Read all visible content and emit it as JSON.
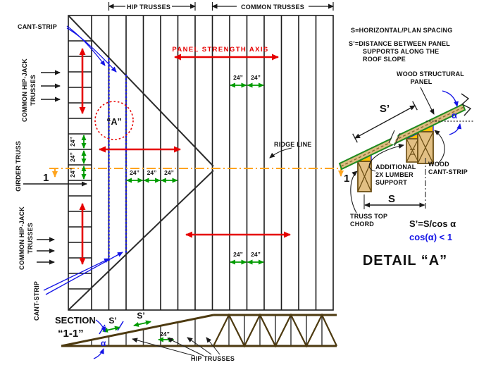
{
  "colors": {
    "line_black": "#1a1a1a",
    "red": "#e60000",
    "green": "#009b00",
    "blue": "#1414e6",
    "orange": "#ffa41e",
    "brown": "#4d3a10",
    "wood_tan": "#e2c084",
    "panel_tan": "#dbbc80",
    "panel_green": "#1f8b1f",
    "cant_yellow": "#ffc000"
  },
  "plan": {
    "dim_hip": "HIP TRUSSES",
    "dim_common": "COMMON TRUSSES",
    "cant_strip": "CANT-STRIP",
    "hip_jack_l1": "COMMON HIP-JACK",
    "hip_jack_l2": "TRUSSES",
    "girder": "GIRDER TRUSS",
    "axis": "PANEL STRENGTH AXIS",
    "ridge": "RIDGE LINE",
    "detail_a": "“A”",
    "d24": "24”",
    "marker1": "1"
  },
  "section": {
    "t1": "SECTION",
    "t2": "“1-1”",
    "sp": "S’",
    "alpha": "α",
    "hip": "HIP TRUSSES"
  },
  "legend": {
    "s_def": "S=HORIZONTAL/PLAN SPACING",
    "sp_def1": "S’=DISTANCE BETWEEN PANEL",
    "sp_def2": "SUPPORTS ALONG THE",
    "sp_def3": "ROOF SLOPE"
  },
  "detail": {
    "panel1": "WOOD STRUCTURAL",
    "panel2": "PANEL",
    "sp": "S’",
    "alpha": "α",
    "add1": "ADDITIONAL",
    "add2": "2X LUMBER",
    "add3": "SUPPORT",
    "cant1": "WOOD",
    "cant2": "CANT-STRIP",
    "chord1": "TRUSS TOP",
    "chord2": "CHORD",
    "s": "S",
    "formula": "S’=S/cos α",
    "ineq": "cos(α) < 1",
    "title": "DETAIL “A”"
  }
}
